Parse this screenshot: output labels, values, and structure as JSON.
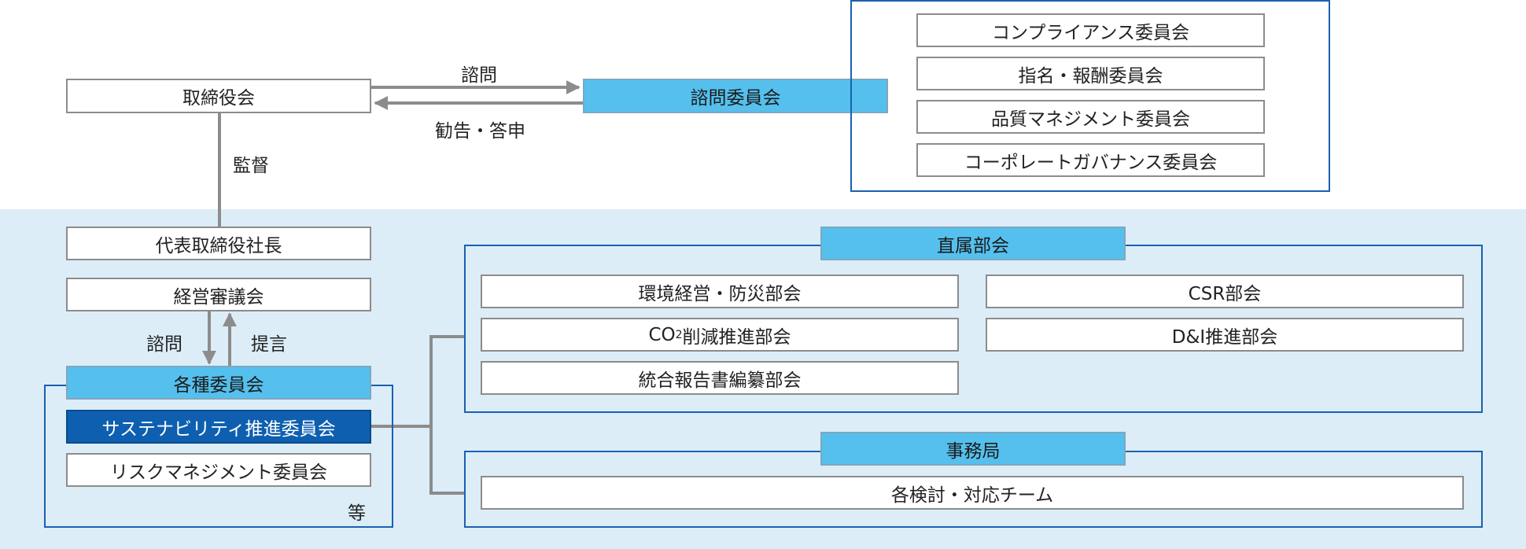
{
  "board": "取締役会",
  "consult_arrow_label": "諮問",
  "advice_arrow_label": "勧告・答申",
  "advisory_committee": "諮問委員会",
  "advisory_members": [
    "コンプライアンス委員会",
    "指名・報酬委員会",
    "品質マネジメント委員会",
    "コーポレートガバナンス委員会"
  ],
  "supervision_label": "監督",
  "president": "代表取締役社長",
  "management_council": "経営審議会",
  "council_consult_label": "諮問",
  "council_proposal_label": "提言",
  "committees_header": "各種委員会",
  "sustainability_committee": "サステナビリティ推進委員会",
  "risk_committee": "リスクマネジメント委員会",
  "etc_label": "等",
  "direct_sections_header": "直属部会",
  "direct_sections": [
    "環境経営・防災部会",
    "CSR部会",
    "CO2削減推進部会",
    "D&I推進部会",
    "統合報告書編纂部会"
  ],
  "co2_prefix": "CO",
  "co2_subscript": "2",
  "co2_suffix": "削減推進部会",
  "secretariat_header": "事務局",
  "secretariat_teams": "各検討・対応チーム",
  "colors": {
    "frame_blue": "#1b60b0",
    "header_blue": "#55c0ee",
    "highlight_blue": "#0e5fb0",
    "band_blue": "#dcedf8",
    "connector_gray": "#8c8c8c"
  }
}
